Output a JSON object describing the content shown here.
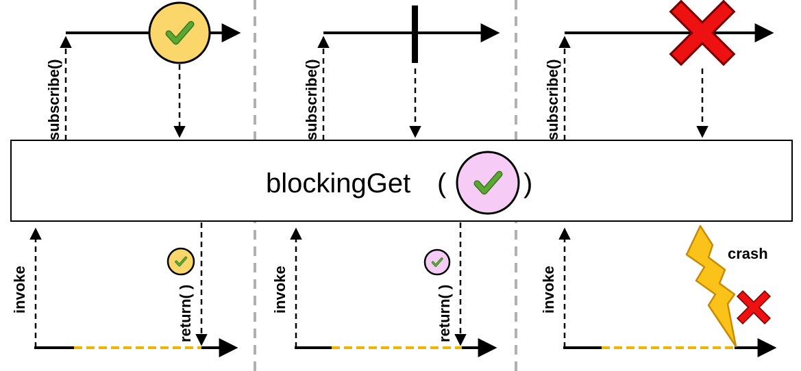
{
  "operator": {
    "name": "blockingGet",
    "open_paren": "(",
    "close_paren": ")",
    "glyph_fill": "#f6ccf6",
    "glyph_icon": "check-icon"
  },
  "panels": [
    {
      "id": "success",
      "subscribe_label": "subscribe()",
      "invoke_label": "invoke",
      "return_label": "return( )",
      "upstream_event": "success-marble",
      "upstream_event_fill": "#fbd66b",
      "downstream_event": "returned-success-marble",
      "downstream_event_fill": "#fbd66b"
    },
    {
      "id": "complete",
      "subscribe_label": "subscribe()",
      "invoke_label": "invoke",
      "return_label": "return( )",
      "upstream_event": "completion-bar",
      "downstream_event": "returned-default-marble",
      "downstream_event_fill": "#f6ccf6"
    },
    {
      "id": "error",
      "subscribe_label": "subscribe()",
      "invoke_label": "invoke",
      "crash_label": "crash",
      "upstream_event": "error-cross",
      "upstream_event_color": "#ee1111",
      "downstream_event": "error-cross",
      "downstream_event_color": "#ee1111",
      "bolt_fill": "#fbc21a"
    }
  ],
  "colors": {
    "line": "#000000",
    "blocking_segment": "#f0b400",
    "separator": "#b0b0b0",
    "check": "#5aa832",
    "check_stroke": "#3c7a22"
  }
}
